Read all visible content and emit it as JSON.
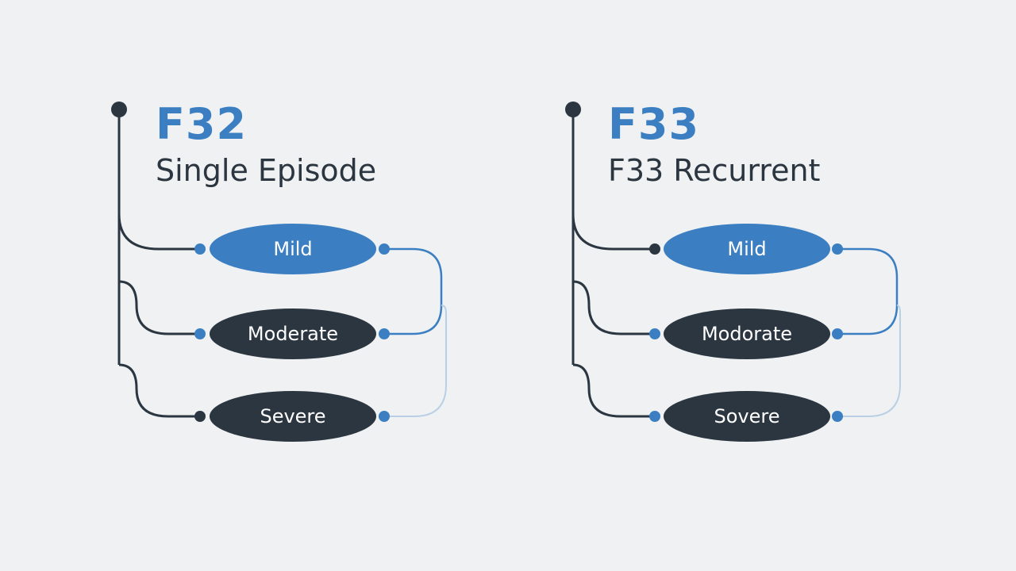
{
  "colors": {
    "accent": "#3b7fc2",
    "dark": "#2b3640",
    "background": "#eff1f3"
  },
  "groups": [
    {
      "code": "F32",
      "subtitle": "Single Episode",
      "severities": [
        "Mild",
        "Moderate",
        "Severe"
      ]
    },
    {
      "code": "F33",
      "subtitle": "F33 Recurrent",
      "severities": [
        "Mild",
        "Modorate",
        "Sovere"
      ]
    }
  ]
}
